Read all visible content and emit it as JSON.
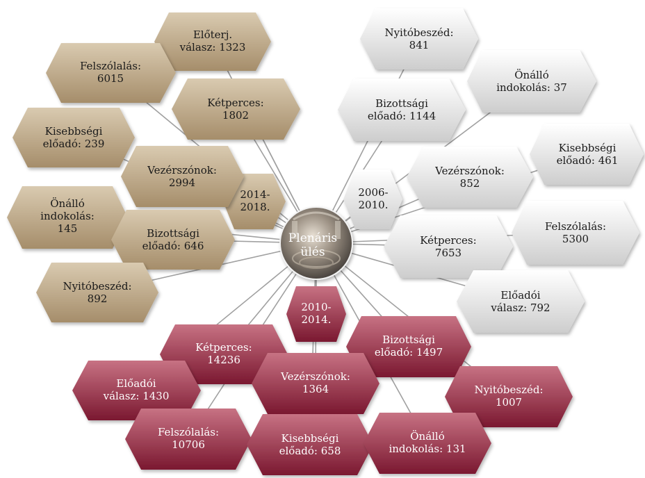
{
  "center": {
    "line1": "Plenáris",
    "line2": "ülés"
  },
  "colors": {
    "tan_light": "#d4c3a8",
    "tan_dark": "#9e8664",
    "grey_light": "#ffffff",
    "grey_dark": "#cfcfcf",
    "red_light": "#c46d7e",
    "red_dark": "#7d1c33"
  },
  "groups": {
    "tan": {
      "year": {
        "line1": "2014-",
        "line2": "2018."
      },
      "items": [
        {
          "line1": "Előterj.",
          "line2": "válasz: 1323"
        },
        {
          "line1": "Felszólalás:",
          "line2": "6015"
        },
        {
          "line1": "Kétperces:",
          "line2": "1802"
        },
        {
          "line1": "Kisebbségi",
          "line2": "előadó: 239"
        },
        {
          "line1": "Vezérszónok:",
          "line2": "2994"
        },
        {
          "line1": "Önálló",
          "line2": "indokolás:",
          "line3": "145"
        },
        {
          "line1": "Bizottsági",
          "line2": "előadó: 646"
        },
        {
          "line1": "Nyitóbeszéd:",
          "line2": "892"
        }
      ]
    },
    "grey": {
      "year": {
        "line1": "2006-",
        "line2": "2010."
      },
      "items": [
        {
          "line1": "Nyitóbeszéd:",
          "line2": "841"
        },
        {
          "line1": "Önálló",
          "line2": "indokolás: 37"
        },
        {
          "line1": "Bizottsági",
          "line2": "előadó: 1144"
        },
        {
          "line1": "Kisebbségi",
          "line2": "előadó: 461"
        },
        {
          "line1": "Vezérszónok:",
          "line2": "852"
        },
        {
          "line1": "Felszólalás:",
          "line2": "5300"
        },
        {
          "line1": "Kétperces:",
          "line2": "7653"
        },
        {
          "line1": "Előadói",
          "line2": "válasz: 792"
        }
      ]
    },
    "red": {
      "year": {
        "line1": "2010-",
        "line2": "2014."
      },
      "items": [
        {
          "line1": "Kétperces:",
          "line2": "14236"
        },
        {
          "line1": "Bizottsági",
          "line2": "előadó: 1497"
        },
        {
          "line1": "Előadói",
          "line2": "válasz: 1430"
        },
        {
          "line1": "Vezérszónok:",
          "line2": "1364"
        },
        {
          "line1": "Nyitóbeszéd:",
          "line2": "1007"
        },
        {
          "line1": "Felszólalás:",
          "line2": "10706"
        },
        {
          "line1": "Kisebbségi",
          "line2": "előadó: 658"
        },
        {
          "line1": "Önálló",
          "line2": "indokolás: 131"
        }
      ]
    }
  }
}
